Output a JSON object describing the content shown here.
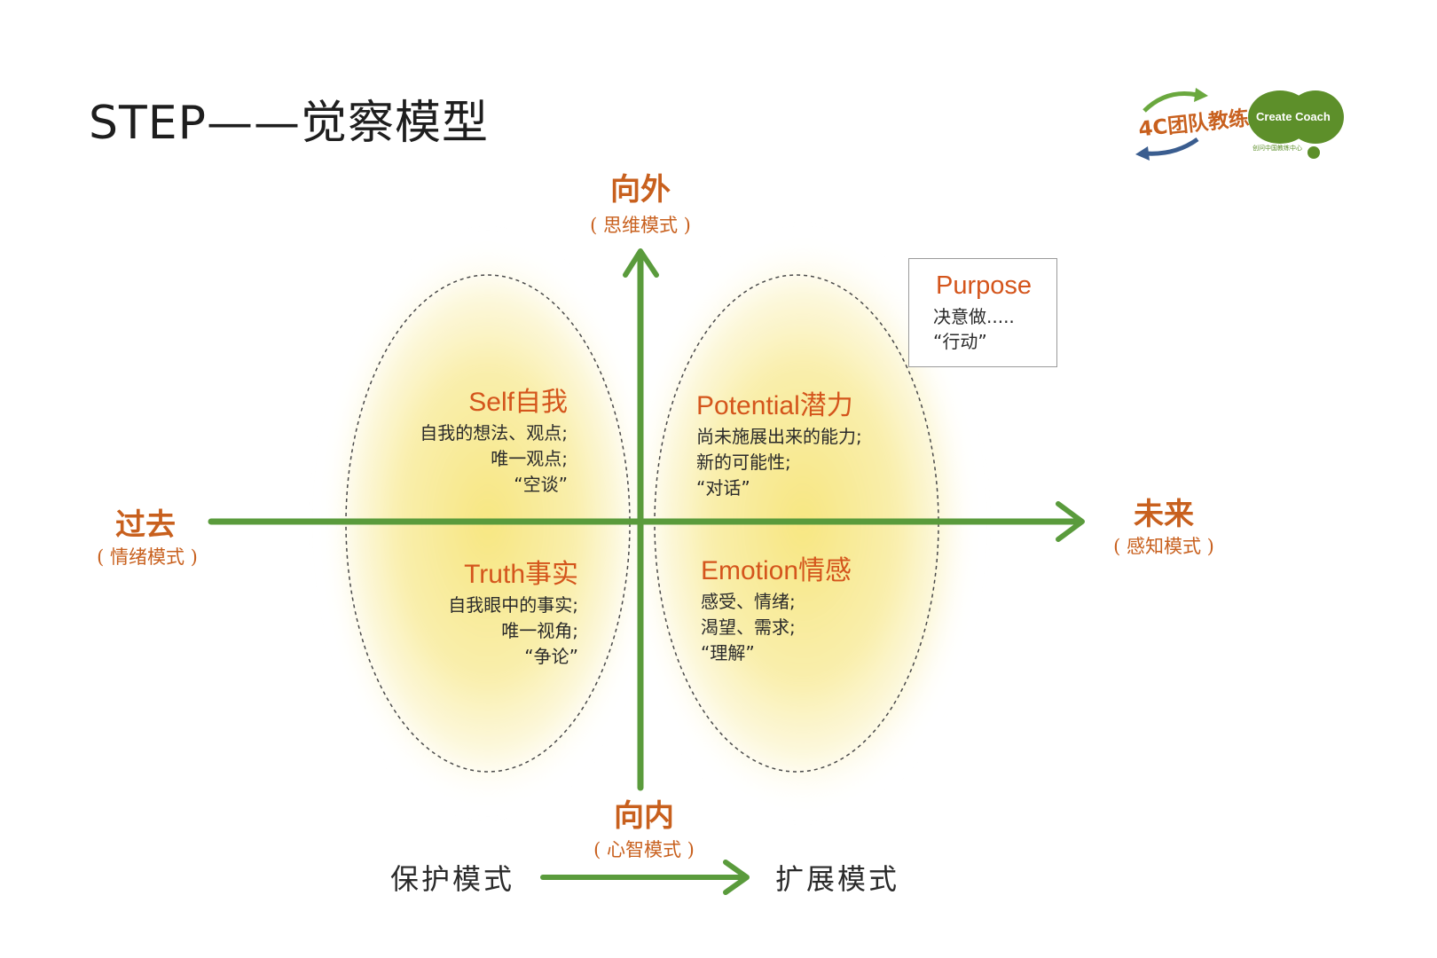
{
  "title": "STEP——觉察模型",
  "logos": {
    "team_coach": "4C团队教练",
    "create_coach": "Create Coach",
    "create_coach_sub": "创问中国教练中心"
  },
  "axes": {
    "top": {
      "label": "向外",
      "sub": "( 思维模式 )"
    },
    "bottom": {
      "label": "向内",
      "sub": "( 心智模式 )"
    },
    "left": {
      "label": "过去",
      "sub": "( 情绪模式 )"
    },
    "right": {
      "label": "未来",
      "sub": "( 感知模式 )"
    }
  },
  "quadrants": {
    "self": {
      "title": "Self自我",
      "lines": [
        "自我的想法、观点;",
        "唯一观点;",
        "“空谈”"
      ]
    },
    "potential": {
      "title": "Potential潜力",
      "lines": [
        "尚未施展出来的能力;",
        "新的可能性;",
        "“对话”"
      ]
    },
    "truth": {
      "title": "Truth事实",
      "lines": [
        "自我眼中的事实;",
        "唯一视角;",
        "“争论”"
      ]
    },
    "emotion": {
      "title": "Emotion情感",
      "lines": [
        "感受、情绪;",
        "渴望、需求;",
        "“理解”"
      ]
    }
  },
  "purpose": {
    "title": "Purpose",
    "lines": [
      "决意做.....",
      "“行动”"
    ]
  },
  "modes": {
    "from": "保护模式",
    "to": "扩展模式"
  },
  "colors": {
    "accent": "#d4551c",
    "axis_green": "#5a9b3c",
    "glow_yellow": "#f6e99a",
    "text": "#2a2a2a"
  }
}
